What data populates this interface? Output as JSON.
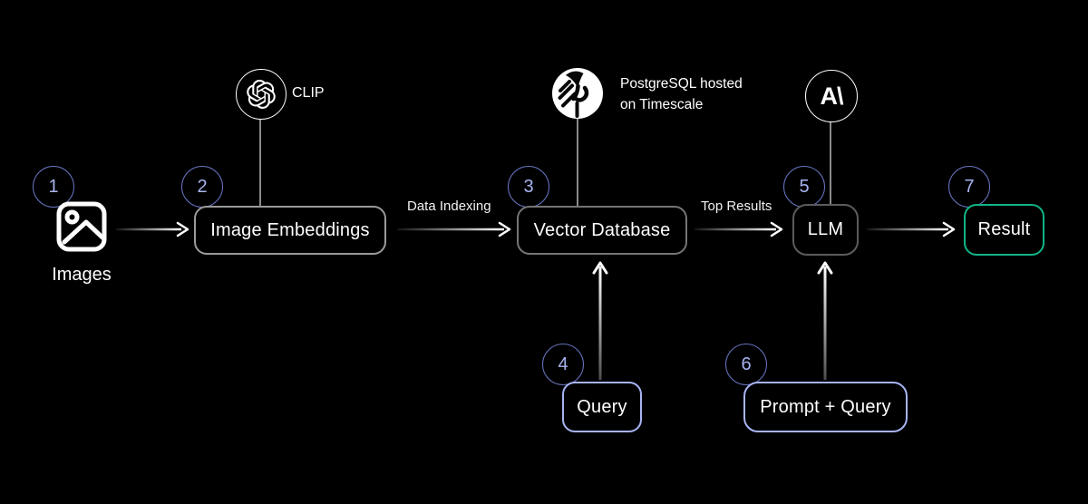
{
  "page": {
    "background": "#000000"
  },
  "flow": {
    "images": {
      "number": "1",
      "label": "Images"
    },
    "image_embeddings": {
      "number": "2",
      "label": "Image Embeddings"
    },
    "vector_database": {
      "number": "3",
      "label": "Vector Database"
    },
    "query": {
      "number": "4",
      "label": "Query"
    },
    "llm": {
      "number": "5",
      "label": "LLM"
    },
    "prompt_query": {
      "number": "6",
      "label": "Prompt + Query"
    },
    "result": {
      "number": "7",
      "label": "Result"
    }
  },
  "edge_labels": {
    "data_indexing": "Data Indexing",
    "top_results": "Top Results"
  },
  "annotations": {
    "clip_label": "CLIP",
    "postgres_line1": "PostgreSQL hosted",
    "postgres_line2": "on Timescale",
    "anthropic_glyph": "A\\"
  },
  "colors": {
    "background": "#000000",
    "node_border_gray": "#8a8a8a",
    "result_border_green": "#10b487",
    "input_border_periwinkle": "#a8b4f2",
    "step_circle_border": "#6874c0",
    "step_circle_number": "#a8b4f0",
    "arrow_white": "#ffffff",
    "connector_gray": "#8a8a8a"
  },
  "icons": {
    "openai": "openai-clip-icon",
    "timescale": "timescale-tiger-icon",
    "anthropic": "anthropic-ai-icon",
    "image": "image-photo-icon"
  }
}
